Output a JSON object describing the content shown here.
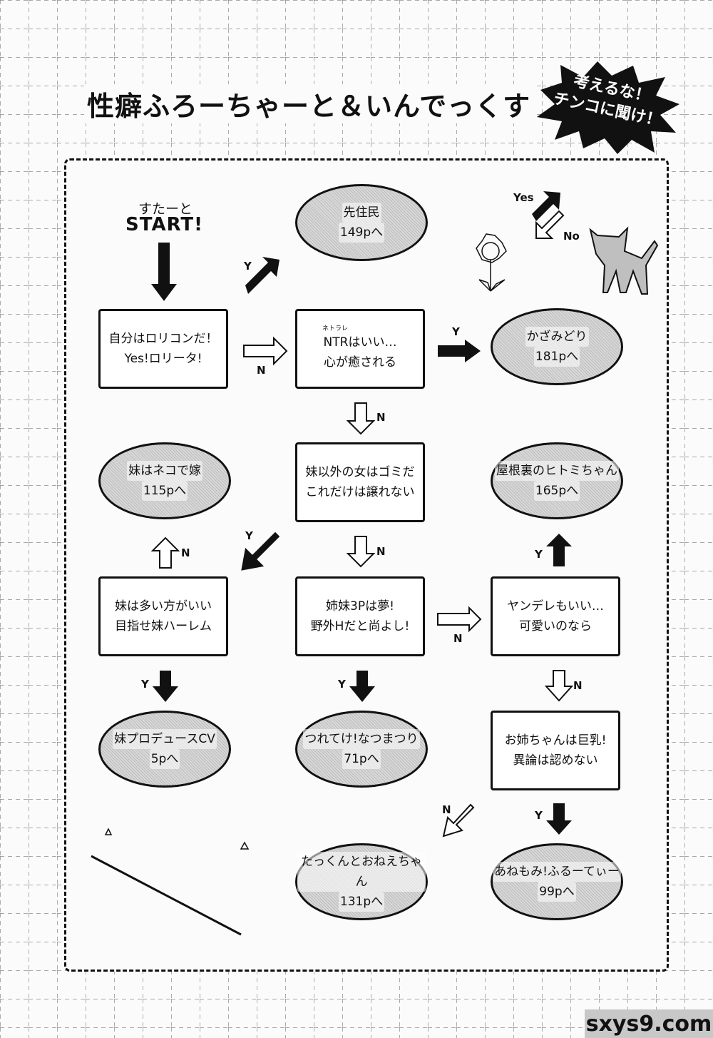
{
  "header": {
    "title": "性癖ふろーちゃーと＆いんでっくす",
    "burst_line1": "考えるな！",
    "burst_line2": "チンコに聞け！"
  },
  "start": {
    "kana": "すたーと",
    "label": "START!"
  },
  "legend": {
    "yes": "Yes",
    "no": "No"
  },
  "questions": {
    "q1": {
      "line1": "自分はロリコンだ！",
      "line2": "Yes!ロリータ!"
    },
    "q2": {
      "ruby": "ネトラレ",
      "line1": "NTRはいい…",
      "line2": "心が癒される"
    },
    "q3": {
      "line1": "妹以外の女はゴミだ",
      "line2": "これだけは譲れない"
    },
    "q4": {
      "line1": "妹は多い方がいい",
      "line2": "目指せ妹ハーレム"
    },
    "q5": {
      "line1": "姉妹3Pは夢!",
      "line2": "野外Hだと尚よし!"
    },
    "q6": {
      "line1": "ヤンデレもいい…",
      "line2": "可愛いのなら"
    },
    "q7": {
      "line1": "お姉ちゃんは巨乳!",
      "line2": "異論は認めない"
    }
  },
  "results": {
    "r1": {
      "title": "先住民",
      "page": "149pへ"
    },
    "r2": {
      "title": "かざみどり",
      "page": "181pへ"
    },
    "r3": {
      "title": "妹はネコで嫁",
      "page": "115pへ"
    },
    "r4": {
      "title": "屋根裏のヒトミちゃん",
      "page": "165pへ"
    },
    "r5": {
      "title": "妹プロデュースCV",
      "page": "5pへ"
    },
    "r6": {
      "title": "つれてけ!なつまつり",
      "page": "71pへ"
    },
    "r7": {
      "title": "たっくんとおねえちゃん",
      "page": "131pへ"
    },
    "r8": {
      "title": "あねもみ!ふるーてぃー",
      "page": "99pへ"
    }
  },
  "arrow_labels": {
    "y": "Y",
    "n": "N"
  },
  "watermark": "sxys9.com"
}
